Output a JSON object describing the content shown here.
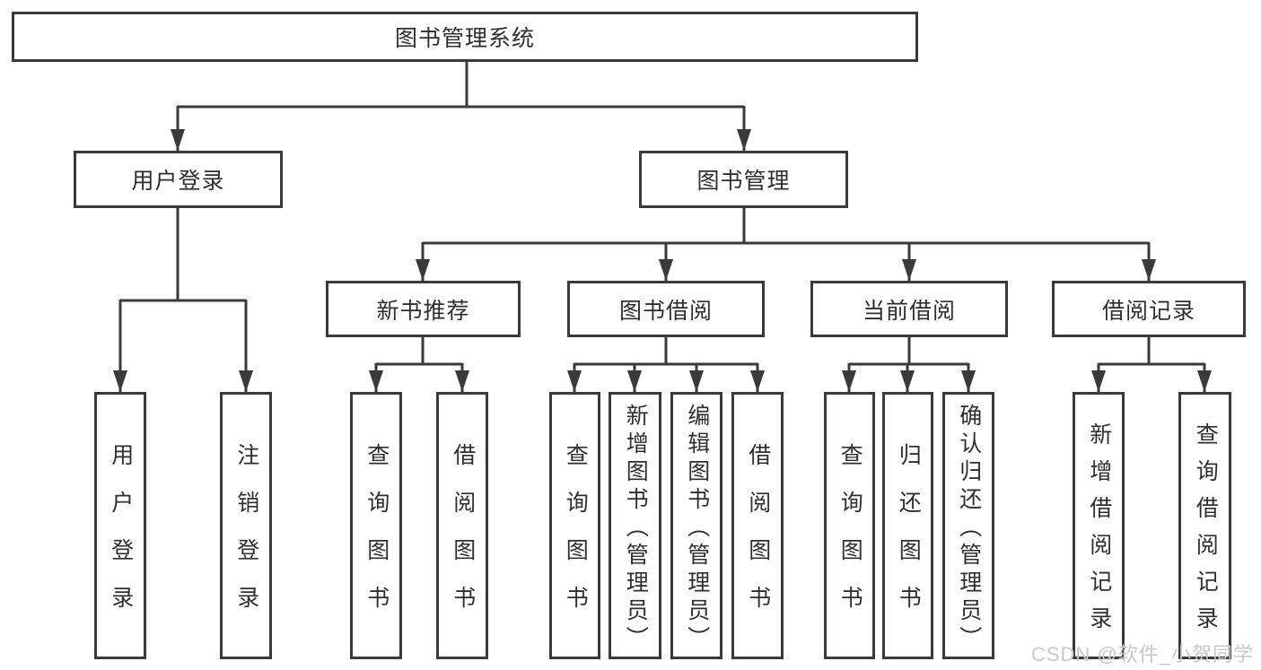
{
  "colors": {
    "line": "#3a3a3a",
    "text": "#2f2f2f",
    "watermark": "#c9c9c9",
    "background": "#ffffff"
  },
  "watermark": {
    "text": "CSDN @软件_小贺同学"
  },
  "tree": {
    "label": "图书管理系统",
    "children": [
      {
        "label": "用户登录",
        "children": [
          {
            "label": "用户登录"
          },
          {
            "label": "注销登录"
          }
        ]
      },
      {
        "label": "图书管理",
        "children": [
          {
            "label": "新书推荐",
            "children": [
              {
                "label": "查询图书"
              },
              {
                "label": "借阅图书"
              }
            ]
          },
          {
            "label": "图书借阅",
            "children": [
              {
                "label": "查询图书"
              },
              {
                "label": "新增图书（管理员）"
              },
              {
                "label": "编辑图书（管理员）"
              },
              {
                "label": "借阅图书"
              }
            ]
          },
          {
            "label": "当前借阅",
            "children": [
              {
                "label": "查询图书"
              },
              {
                "label": "归还图书"
              },
              {
                "label": "确认归还（管理员）"
              }
            ]
          },
          {
            "label": "借阅记录",
            "children": [
              {
                "label": "新增借阅记录"
              },
              {
                "label": "查询借阅记录"
              }
            ]
          }
        ]
      }
    ]
  }
}
